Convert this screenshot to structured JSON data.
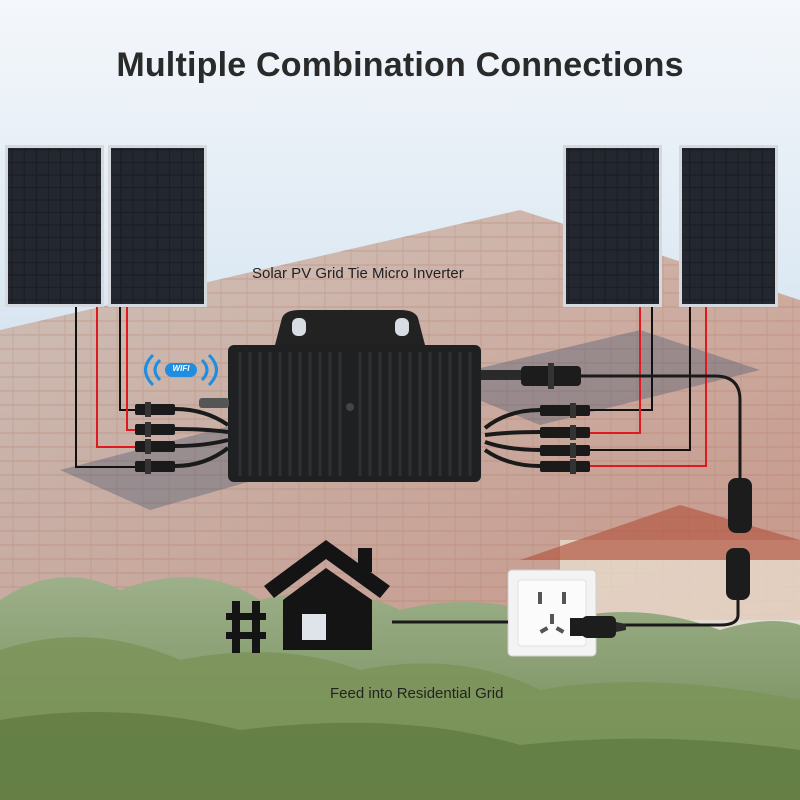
{
  "title": "Multiple Combination Connections",
  "labels": {
    "inverter": "Solar PV Grid Tie Micro Inverter",
    "grid": "Feed into Residential Grid",
    "wifi": "WIFI"
  },
  "colors": {
    "title": "#2a2a2a",
    "wire_positive": "#e0191e",
    "wire_negative": "#111111",
    "panel": "#1c1f24",
    "panel_frame": "#c9ccd1",
    "inverter": "#1e1f21",
    "wifi_accent": "#1f8de0",
    "sky_top": "#cfdfee",
    "roof": "#b8573f",
    "foliage": "#6f8a4a"
  },
  "icons": [
    "solar-panel-icon",
    "micro-inverter-icon",
    "wifi-icon",
    "house-icon",
    "wall-outlet-icon",
    "plug-icon",
    "connector-icon"
  ]
}
